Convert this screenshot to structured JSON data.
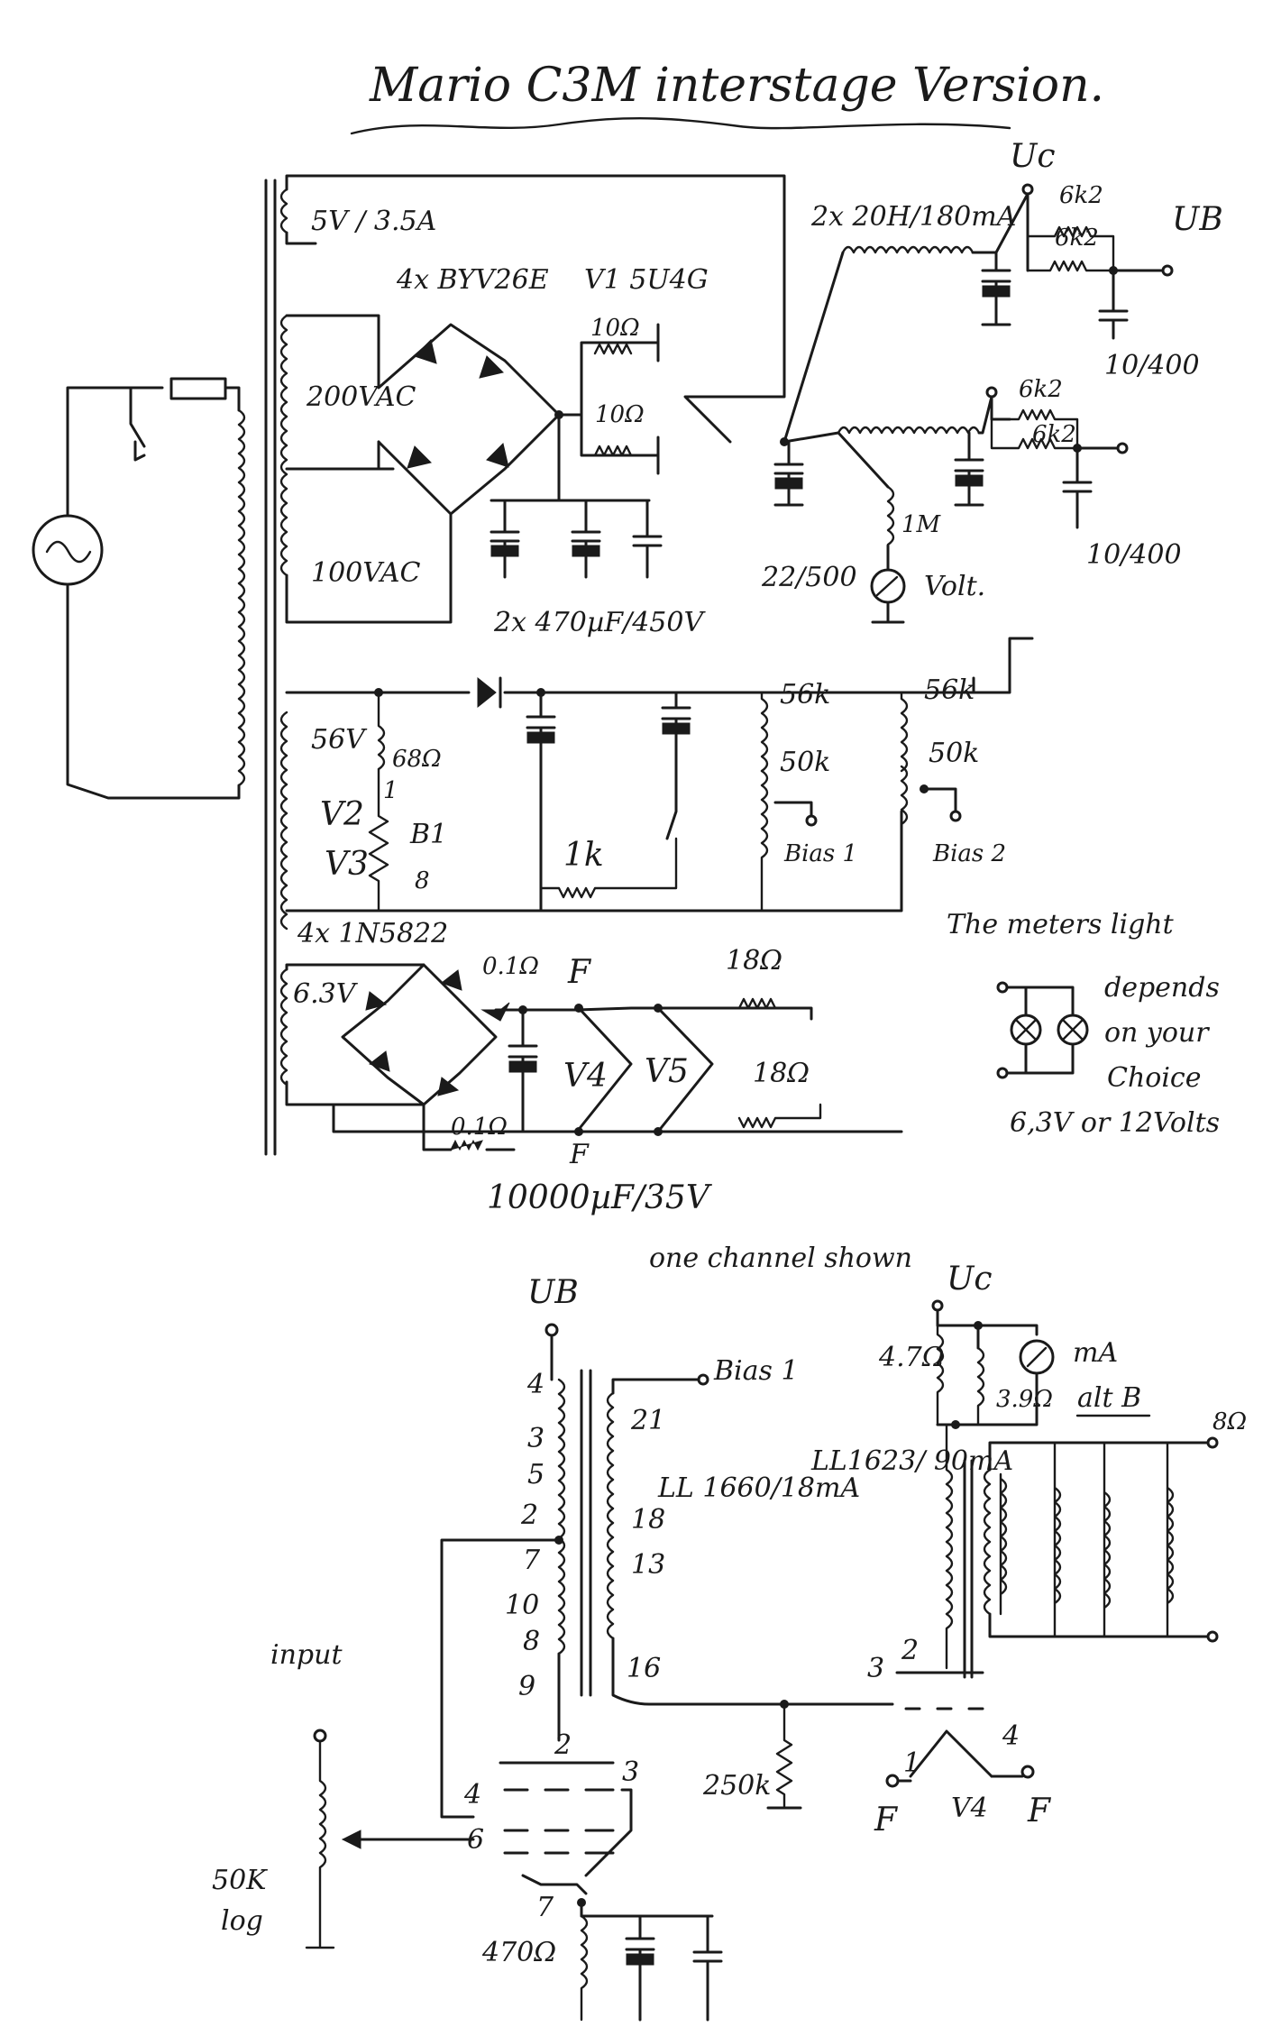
{
  "title": "Mario C3M interstage Version.",
  "psu": {
    "transformer_5v": "5V / 3.5A",
    "rectifier_diodes": "4x BYV26E",
    "rectifier_tube": "V1 5U4G",
    "r_10a": "10Ω",
    "r_10b": "10Ω",
    "choke": "2x 20H/180mA",
    "r_6k2_1a": "6k2",
    "r_6k2_1b": "6k2",
    "r_6k2_2a": "6k2",
    "r_6k2_2b": "6k2",
    "uc": "Uc",
    "ub": "UB",
    "cap_10_400_a": "10/400",
    "cap_10_400_b": "10/400",
    "v200": "200VAC",
    "v100": "100VAC",
    "cap_22_500": "22/500",
    "r_1m": "1M",
    "volt": "Volt.",
    "caps_main": "2x 470µF/450V"
  },
  "bias": {
    "v56": "56V",
    "r68": "68Ω",
    "pin1": "1",
    "pin8": "8",
    "b1": "B1",
    "v2": "V2",
    "v3": "V3",
    "r1k": "1k",
    "r56k_a": "56k",
    "r56k_b": "56k",
    "r50k_a": "50k",
    "r50k_b": "50k",
    "bias1": "Bias 1",
    "bias2": "Bias 2"
  },
  "heater": {
    "diodes": "4x 1N5822",
    "v63": "6.3V",
    "r01a": "0.1Ω",
    "r01b": "0.1Ω",
    "f_top": "F",
    "f_bot": "F",
    "v4": "V4",
    "v5": "V5",
    "r18a": "18Ω",
    "r18b": "18Ω",
    "cap": "10000µF/35V"
  },
  "note": {
    "line1": "The meters light",
    "line2": "depends",
    "line3": "on your",
    "line4": "Choice",
    "line5": "6,3V or 12Volts"
  },
  "amp": {
    "channel": "one channel shown",
    "ub": "UB",
    "uc": "Uc",
    "bias1": "Bias 1",
    "r47": "4.7Ω",
    "r39": "3.9Ω",
    "ma": "mA",
    "alt": "alt B",
    "out_tx": "LL1623/ 90mA",
    "inter_tx": "LL 1660/18mA",
    "p4": "4",
    "p3": "3",
    "p5": "5",
    "p2": "2",
    "p7": "7",
    "p10": "10",
    "p8": "8",
    "p9": "9",
    "s21": "21",
    "s18": "18",
    "s13": "13",
    "s16": "16",
    "out_8": "8Ω",
    "r250k": "250k",
    "v4_p3": "3",
    "v4_p2": "2",
    "v4_p1": "1",
    "v4_p4": "4",
    "v4": "V4",
    "f_l": "F",
    "f_r": "F",
    "input": "input",
    "pot": "50K",
    "pot_log": "log",
    "tube_p2": "2",
    "tube_p3": "3",
    "tube_p4": "4",
    "tube_p6": "6",
    "tube_p7": "7",
    "rk": "470Ω"
  }
}
